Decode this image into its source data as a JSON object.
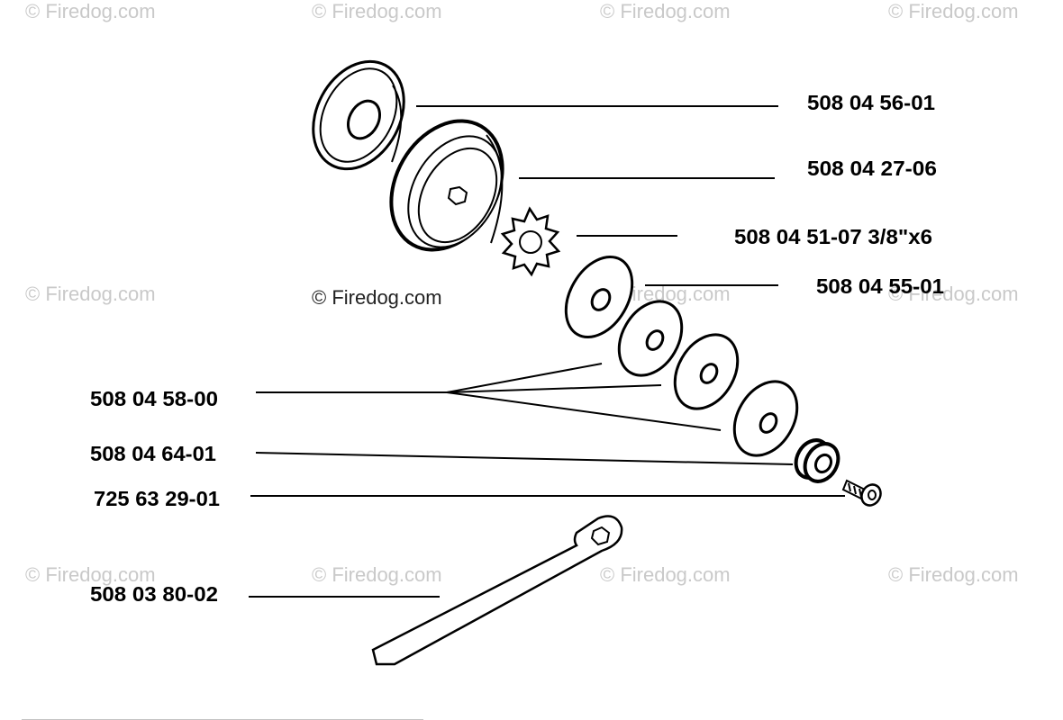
{
  "watermark": {
    "text": "© Firedog.com"
  },
  "parts": {
    "clutch_cover": {
      "number": "508 04 56-01"
    },
    "clutch_drum": {
      "number": "508 04 27-06"
    },
    "sprocket": {
      "number": "508 04 51-07 3/8\"x6"
    },
    "washer_top": {
      "number": "508 04 55-01"
    },
    "washers": {
      "number": "508 04 58-00"
    },
    "bearing": {
      "number": "508 04 64-01"
    },
    "screw": {
      "number": "725 63 29-01"
    },
    "wrench": {
      "number": "508 03 80-02"
    }
  }
}
